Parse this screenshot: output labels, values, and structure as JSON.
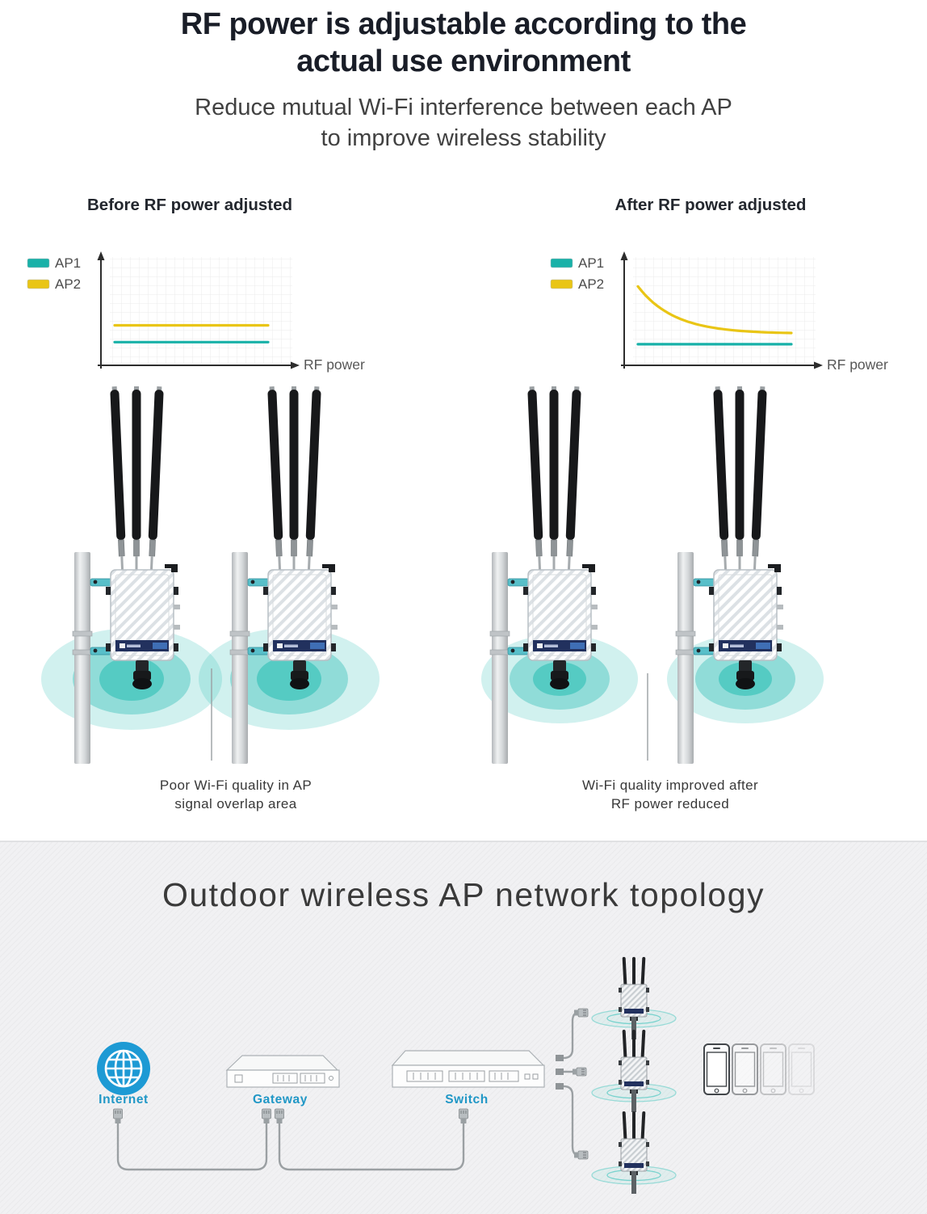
{
  "header": {
    "title_line1": "RF power is adjustable according to the",
    "title_line2": "actual use environment",
    "subtitle_line1": "Reduce mutual Wi-Fi interference between each AP",
    "subtitle_line2": "to improve wireless stability"
  },
  "chart_data": [
    {
      "type": "line",
      "title": "Before RF power adjusted",
      "xlabel": "RF power",
      "ylabel": "",
      "x_axis_ticks": [],
      "y_axis_ticks": [],
      "grid": true,
      "legend_position": "left of y-axis",
      "series": [
        {
          "name": "AP1",
          "color": "#18b1a8",
          "shape": "constant",
          "level_pct": 19
        },
        {
          "name": "AP2",
          "color": "#e9c515",
          "shape": "constant",
          "level_pct": 35
        }
      ]
    },
    {
      "type": "line",
      "title": "After RF power adjusted",
      "xlabel": "RF power",
      "ylabel": "",
      "x_axis_ticks": [],
      "y_axis_ticks": [],
      "grid": true,
      "legend_position": "left of y-axis",
      "series": [
        {
          "name": "AP1",
          "color": "#18b1a8",
          "shape": "constant",
          "level_pct": 17
        },
        {
          "name": "AP2",
          "color": "#e9c515",
          "shape": "exponential_decay",
          "start_pct": 72,
          "end_pct": 27
        }
      ]
    }
  ],
  "captions": {
    "left": [
      "Poor Wi-Fi quality in AP",
      "signal overlap area"
    ],
    "right": [
      "Wi-Fi quality improved after",
      "RF power reduced"
    ]
  },
  "topology": {
    "heading": "Outdoor wireless AP network topology",
    "internet_label": "Internet",
    "gateway_label": "Gateway",
    "switch_label": "Switch"
  },
  "colors": {
    "accent_teal": "#18b1a8",
    "accent_yellow": "#e9c515",
    "signal_teal": "#2fbfb6",
    "label_blue": "#2097c6",
    "internet_blue": "#1d9ad4",
    "navy_device_strip": "#22315e"
  }
}
